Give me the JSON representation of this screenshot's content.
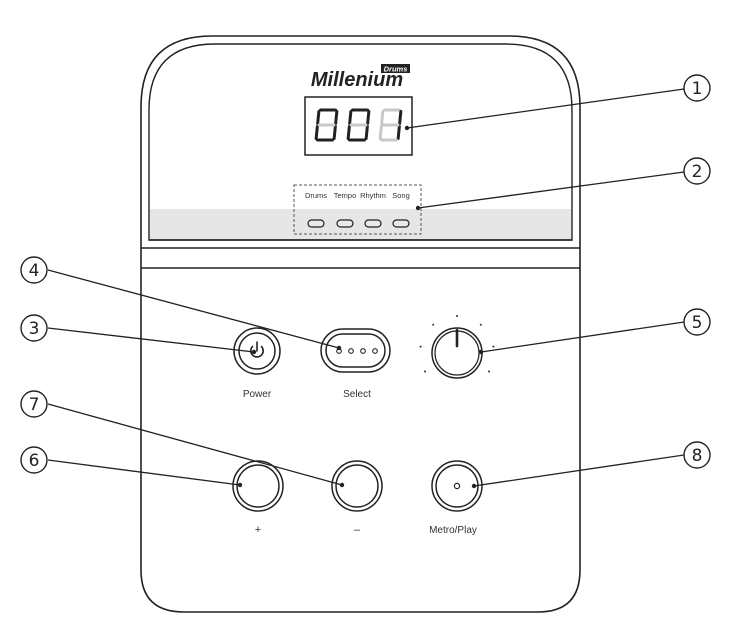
{
  "brand": {
    "name": "Millenium",
    "badge": "Drums"
  },
  "display": {
    "digits": [
      "0",
      "0",
      "1"
    ],
    "segment_color": "#222222",
    "dim_color": "#c8c8c8"
  },
  "mode_indicators": [
    {
      "label": "Drums"
    },
    {
      "label": "Tempo"
    },
    {
      "label": "Rhythm"
    },
    {
      "label": "Song"
    }
  ],
  "controls": {
    "power_label": "Power",
    "select_label": "Select",
    "plus_label": "+",
    "minus_label": "–",
    "metro_label": "Metro/Play"
  },
  "callouts": [
    {
      "number": "1"
    },
    {
      "number": "2"
    },
    {
      "number": "3"
    },
    {
      "number": "4"
    },
    {
      "number": "5"
    },
    {
      "number": "6"
    },
    {
      "number": "7"
    },
    {
      "number": "8"
    }
  ],
  "colors": {
    "outline": "#222222",
    "strip": "#e6e6e6",
    "led": "#e9e9e9"
  },
  "icons": {
    "power": "power-icon"
  }
}
